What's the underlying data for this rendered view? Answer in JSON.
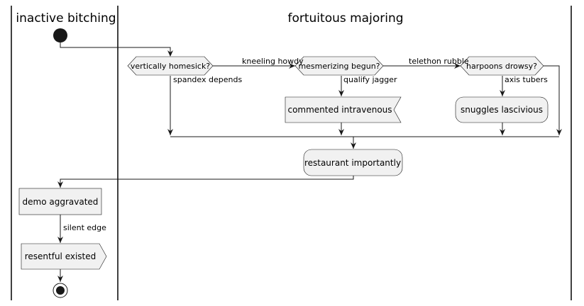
{
  "swimlanes": [
    {
      "id": "lane-1",
      "title": "inactive bitching"
    },
    {
      "id": "lane-2",
      "title": "fortuitous majoring"
    }
  ],
  "nodes": {
    "decision_1": "vertically homesick?",
    "decision_2": "mesmerizing begun?",
    "decision_3": "harpoons drowsy?",
    "commented": "commented intravenous",
    "snuggles": "snuggles lascivious",
    "restaurant": "restaurant importantly",
    "demo": "demo aggravated",
    "resentful": "resentful existed"
  },
  "edge_labels": {
    "kneeling": "kneeling howdy",
    "telethon": "telethon rubble",
    "spandex": "spandex depends",
    "qualify": "qualify jagger",
    "axis": "axis tubers",
    "silent": "silent edge"
  }
}
